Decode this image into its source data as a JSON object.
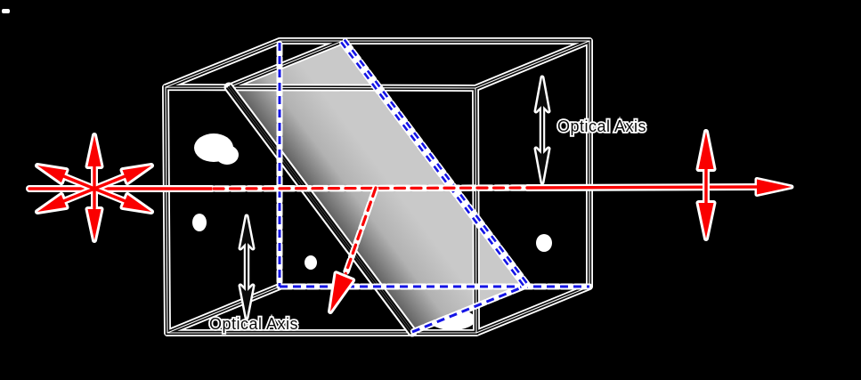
{
  "diagram": {
    "description": "Polarizing beamsplitter cube diagram",
    "labels": {
      "optical_axis_right": "Optical Axis",
      "optical_axis_left": "Optical Axis"
    },
    "elements": {
      "input_light": "unpolarized-light-starburst",
      "transmitted_ray": "horizontal-red-ray",
      "reflected_ray": "downward-red-dashed-ray",
      "output_polarization": "vertical-double-arrow",
      "interface": "diagonal-gray-plane",
      "hidden_edges": "blue-dashed-lines"
    },
    "colors": {
      "background": "#000000",
      "halo": "#ffffff",
      "edge_black": "#0a0a0a",
      "hidden_blue": "#1414e6",
      "ray_red": "#fa0000",
      "plane_gray_dark": "#585858",
      "plane_gray_mid": "#b2b2b2",
      "plane_gray_light": "#c9c9c9"
    }
  }
}
